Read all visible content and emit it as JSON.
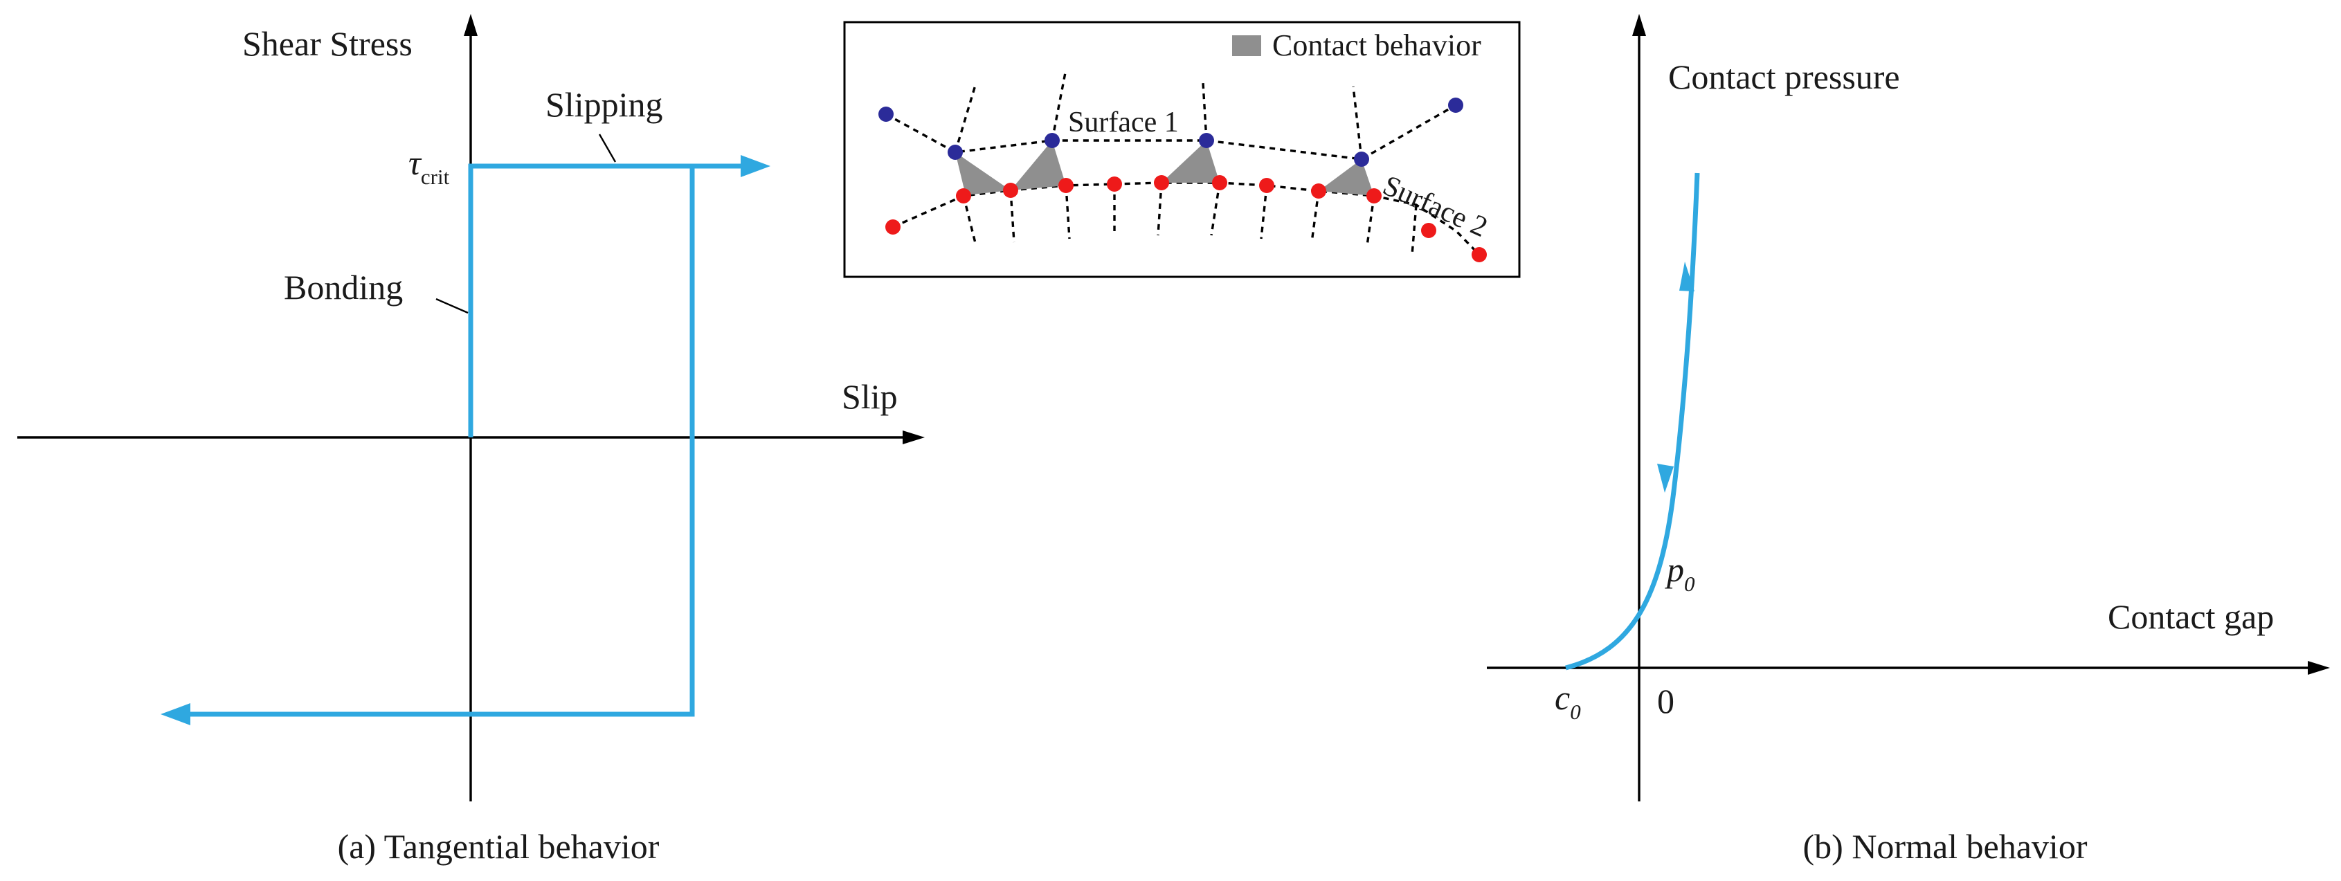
{
  "tangential": {
    "y_axis_label": "Shear Stress",
    "x_axis_label": "Slip",
    "tau_symbol": "τ",
    "tau_subscript": "crit",
    "slipping_label": "Slipping",
    "bonding_label": "Bonding",
    "caption": "(a) Tangential behavior"
  },
  "inset": {
    "legend_label": "Contact behavior",
    "surface1_label": "Surface 1",
    "surface2_label": "Surface 2",
    "colors": {
      "surface1_nodes": "#2b2b99",
      "surface2_nodes": "#ee1a1a",
      "contact_element": "#8f8f8f"
    }
  },
  "normal": {
    "y_axis_label": "Contact pressure",
    "x_axis_label": "Contact gap",
    "p_symbol": "p",
    "p_subscript": "0",
    "c_symbol": "c",
    "c_subscript": "0",
    "zero_label": "0",
    "caption": "(b) Normal behavior"
  },
  "colors": {
    "curve": "#2fa8e0",
    "axes": "#000000"
  }
}
